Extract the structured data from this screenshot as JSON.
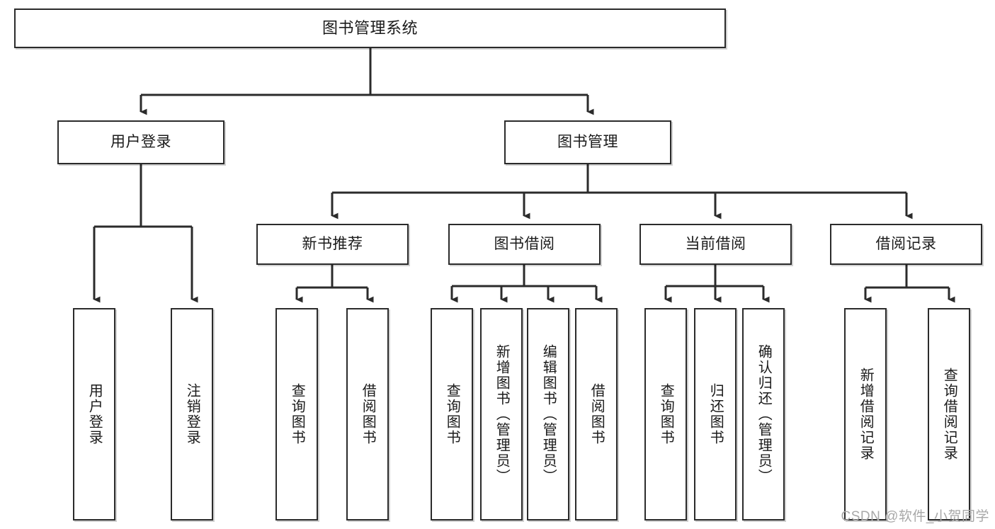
{
  "diagram": {
    "title": "图书管理系统",
    "type": "tree",
    "watermark": "CSDN @软件_小贺同学",
    "colors": {
      "box_border": "#2b2b2b",
      "box_fill": "#ffffff",
      "edge": "#2b2b2b",
      "text": "#1a1a1a",
      "watermark": "#a8a8a8"
    },
    "root": {
      "label": "图书管理系统"
    },
    "level2": [
      {
        "label": "用户登录"
      },
      {
        "label": "图书管理"
      }
    ],
    "level3": [
      {
        "label": "新书推荐"
      },
      {
        "label": "图书借阅"
      },
      {
        "label": "当前借阅"
      },
      {
        "label": "借阅记录"
      }
    ],
    "leaves": {
      "user_login": [
        {
          "label": "用户登录"
        },
        {
          "label": "注销登录"
        }
      ],
      "new_book_recommend": [
        {
          "label": "查询图书"
        },
        {
          "label": "借阅图书"
        }
      ],
      "book_borrow": [
        {
          "label": "查询图书"
        },
        {
          "label": "新增图书（管理员）"
        },
        {
          "label": "编辑图书（管理员）"
        },
        {
          "label": "借阅图书"
        }
      ],
      "current_borrow": [
        {
          "label": "查询图书"
        },
        {
          "label": "归还图书"
        },
        {
          "label": "确认归还（管理员）"
        }
      ],
      "borrow_record": [
        {
          "label": "新增借阅记录"
        },
        {
          "label": "查询借阅记录"
        }
      ]
    }
  }
}
